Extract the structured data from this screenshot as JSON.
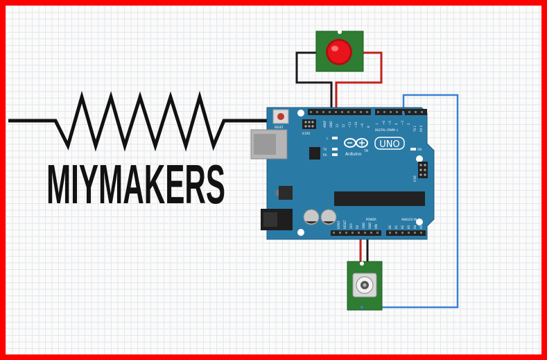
{
  "logo": {
    "text": "MIYMAKERS"
  },
  "board": {
    "name": "Arduino",
    "trademark": "TM",
    "model": "UNO",
    "reset_label": "RESET",
    "on_label": "ON",
    "l_label": "L",
    "tx_label": "TX",
    "rx_label": "RX",
    "icsp_label": "ICSP2",
    "icsp1_label": "ICSP",
    "digital_label": "DIGITAL (PWM~)",
    "power_label": "POWER",
    "analog_label": "ANALOG IN",
    "aref_label": "AREF",
    "gnd_label": "GND",
    "pin13": "13",
    "pin12": "12",
    "pin11": "~11",
    "pin10": "~10",
    "pin9": "~9",
    "pin8": "8",
    "pin7": "7",
    "pin6": "~6",
    "pin5": "~5",
    "pin4": "4",
    "pin3": "~3",
    "pin2": "2",
    "tx1": "TX 1",
    "rx0": "RX 0",
    "ioref": "IOREF",
    "reset_pin": "RESET",
    "v33": "3V3",
    "v5": "5V",
    "gnd1": "GND",
    "gnd2": "GND",
    "vin": "VIN",
    "a0": "A0",
    "a1": "A1",
    "a2": "A2",
    "a3": "A3",
    "a4": "A4",
    "a5": "A5"
  },
  "colors": {
    "board": "#2a7aa6",
    "module": "#2e7d32",
    "led": "#e8141b",
    "wire_black": "#1a1a1a",
    "wire_red": "#c0201a",
    "wire_blue": "#3b7fd6",
    "frame": "#ff0000"
  }
}
